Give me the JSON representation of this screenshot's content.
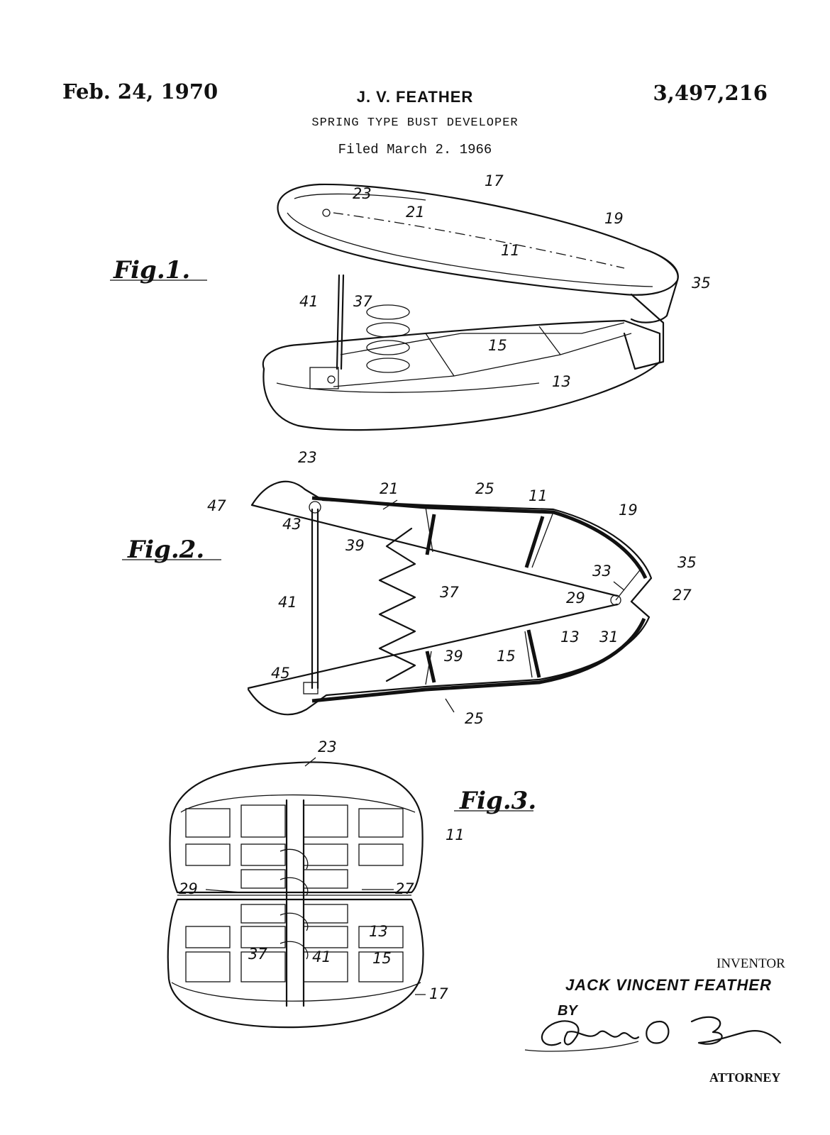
{
  "header": {
    "date": "Feb. 24, 1970",
    "inventor_short": "J. V. FEATHER",
    "patent_number": "3,497,216",
    "title": "SPRING TYPE BUST DEVELOPER",
    "filed": "Filed March 2. 1966"
  },
  "figures": {
    "fig1": {
      "label": "Fig.1.",
      "refs": [
        "17",
        "23",
        "21",
        "19",
        "11",
        "35",
        "41",
        "37",
        "15",
        "13"
      ]
    },
    "fig2": {
      "label": "Fig.2.",
      "refs": [
        "23",
        "21",
        "25",
        "11",
        "19",
        "47",
        "43",
        "39",
        "35",
        "33",
        "27",
        "29",
        "37",
        "41",
        "13",
        "31",
        "15",
        "39",
        "45",
        "25"
      ]
    },
    "fig3": {
      "label": "Fig.3.",
      "refs": [
        "23",
        "11",
        "29",
        "27",
        "13",
        "37",
        "41",
        "15",
        "17"
      ]
    }
  },
  "signature_block": {
    "inventor_label": "INVENTOR",
    "inventor_name": "JACK VINCENT FEATHER",
    "by_label": "BY",
    "signature": "Charles O. Bruse",
    "attorney_label": "ATTORNEY"
  }
}
